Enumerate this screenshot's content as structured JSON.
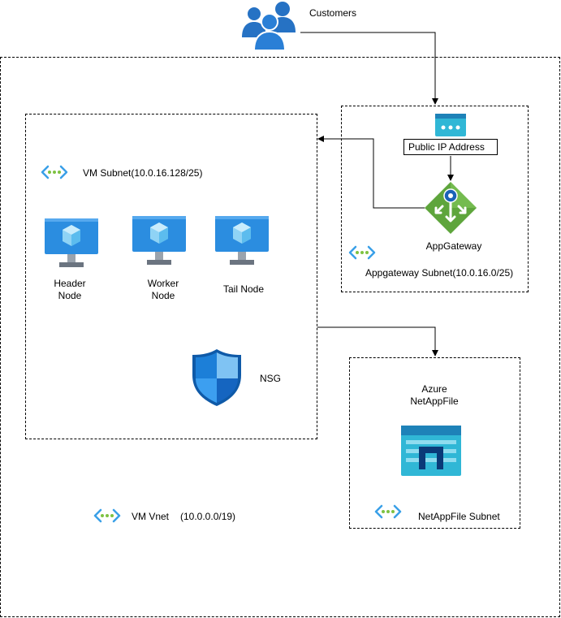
{
  "customers": {
    "label": "Customers"
  },
  "vnet": {
    "label": "VM Vnet",
    "cidr": "(10.0.0.0/19)"
  },
  "vm_subnet": {
    "label": "VM Subnet(10.0.16.128/25)",
    "nodes": [
      {
        "line1": "Header",
        "line2": "Node"
      },
      {
        "line1": "Worker",
        "line2": "Node"
      },
      {
        "line1": "Tail Node",
        "line2": ""
      }
    ],
    "nsg_label": "NSG"
  },
  "appgw_subnet": {
    "public_ip_label": "Public IP Address",
    "gateway_label": "AppGateway",
    "label": "Appgateway Subnet(10.0.16.0/25)"
  },
  "netapp_subnet": {
    "title_line1": "Azure",
    "title_line2": "NetAppFile",
    "label": "NetAppFile Subnet"
  },
  "colors": {
    "azure_blue": "#2b8de0",
    "azure_dark": "#0f5aa8",
    "gateway_green": "#5ea53c",
    "netapp_teal": "#30b7d6"
  }
}
